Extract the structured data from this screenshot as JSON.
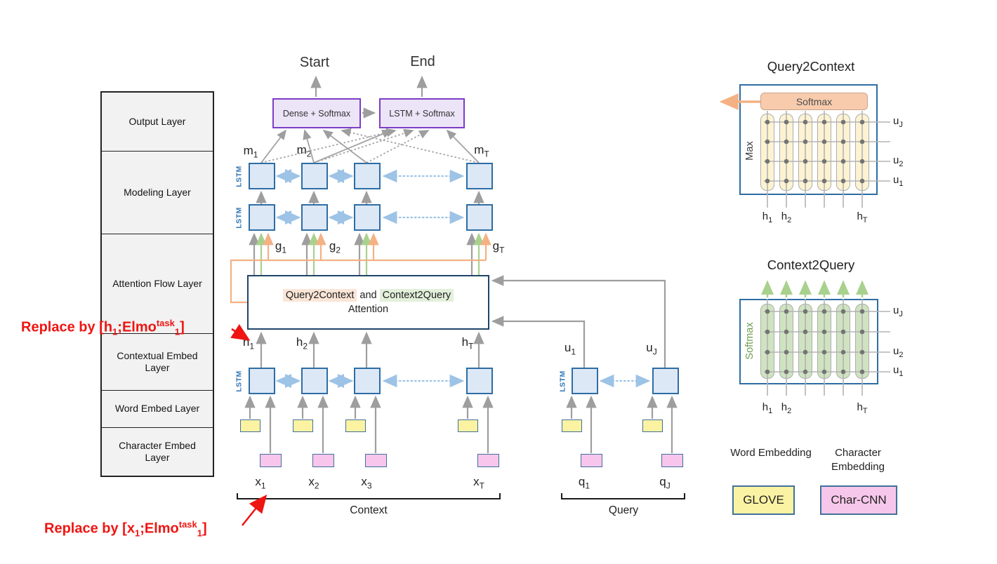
{
  "left_panel": {
    "rows": [
      "Output Layer",
      "Modeling Layer",
      "Attention Flow Layer",
      "Contextual Embed Layer",
      "Word Embed Layer",
      "Character Embed Layer"
    ]
  },
  "annotations": {
    "top": {
      "p1": "Replace by [h",
      "s1": "1",
      "p2": ";Elmo",
      "sup": "task",
      "s2": "1",
      "p3": "]"
    },
    "bottom": {
      "p1": "Replace by [x",
      "s1": "1",
      "p2": ";Elmo",
      "sup": "task",
      "s2": "1",
      "p3": "]"
    }
  },
  "output_layer": {
    "start": "Start",
    "end": "End",
    "dense_box": "Dense + Softmax",
    "lstm_box": "LSTM + Softmax"
  },
  "labels": {
    "lstm": "LSTM",
    "context": "Context",
    "query": "Query"
  },
  "modeling": {
    "m": [
      {
        "b": "m",
        "s": "1"
      },
      {
        "b": "m",
        "s": "2"
      },
      {
        "b": "m",
        "s": "T"
      }
    ],
    "g": [
      {
        "b": "g",
        "s": "1"
      },
      {
        "b": "g",
        "s": "2"
      },
      {
        "b": "g",
        "s": "T"
      }
    ]
  },
  "attention": {
    "q2c": "Query2Context",
    "and": "and",
    "c2q": "Context2Query",
    "line2": "Attention"
  },
  "contextual": {
    "h": [
      {
        "b": "h",
        "s": "1"
      },
      {
        "b": "h",
        "s": "2"
      },
      {
        "b": "h",
        "s": "T"
      }
    ]
  },
  "context": {
    "x": [
      {
        "b": "x",
        "s": "1"
      },
      {
        "b": "x",
        "s": "2"
      },
      {
        "b": "x",
        "s": "3"
      },
      {
        "b": "x",
        "s": "T"
      }
    ]
  },
  "query": {
    "u": [
      {
        "b": "u",
        "s": "1"
      },
      {
        "b": "u",
        "s": "J"
      }
    ],
    "q": [
      {
        "b": "q",
        "s": "1"
      },
      {
        "b": "q",
        "s": "J"
      }
    ]
  },
  "q2c_panel": {
    "title": "Query2Context",
    "softmax": "Softmax",
    "max": "Max",
    "u": [
      {
        "b": "u",
        "s": "J"
      },
      {
        "b": "u",
        "s": "2"
      },
      {
        "b": "u",
        "s": "1"
      }
    ],
    "h": [
      {
        "b": "h",
        "s": "1"
      },
      {
        "b": "h",
        "s": "2"
      },
      {
        "b": "h",
        "s": "T"
      }
    ]
  },
  "c2q_panel": {
    "title": "Context2Query",
    "softmax": "Softmax",
    "u": [
      {
        "b": "u",
        "s": "J"
      },
      {
        "b": "u",
        "s": "2"
      },
      {
        "b": "u",
        "s": "1"
      }
    ],
    "h": [
      {
        "b": "h",
        "s": "1"
      },
      {
        "b": "h",
        "s": "2"
      },
      {
        "b": "h",
        "s": "T"
      }
    ]
  },
  "legend": {
    "word_title": "Word Embedding",
    "char_title": "Character Embedding",
    "glove": "GLOVE",
    "char_cnn": "Char-CNN"
  },
  "colors": {
    "red_annotation": "#ee1512",
    "purple_border": "#7d3cc8",
    "purple_fill": "#ece4f7",
    "blue_box_border": "#2e6da4",
    "blue_box_fill": "#dce8f6",
    "light_blue_arrow": "#9dc3e6",
    "gray_arrow": "#9e9e9e",
    "green_arrow": "#a9d18e",
    "orange_arrow": "#f4b183",
    "yellow_fill": "#fbf2a2",
    "pink_fill": "#f8c6ec",
    "embed_border": "#41719c",
    "attention_border": "#1f4568",
    "q2c_highlight": "#fbe5d6",
    "c2q_highlight": "#e2efda",
    "softmax_pill_fill": "#f8cbad",
    "q2c_pill_fill": "#fdf3d2",
    "c2q_pill_fill": "#cfe3c0",
    "lstm_label_blue": "#2e74b5",
    "softmax_green_label": "#6f9e50",
    "table_fill": "#f2f2f2"
  }
}
